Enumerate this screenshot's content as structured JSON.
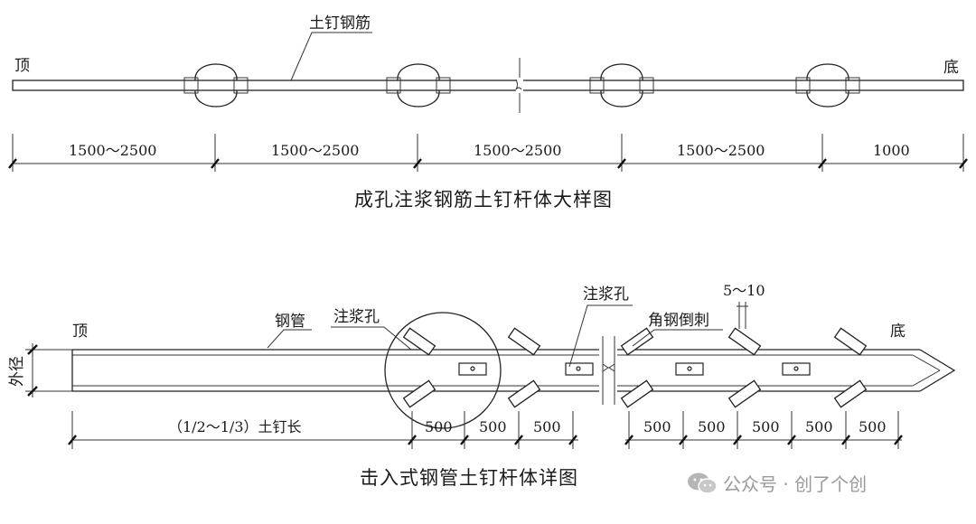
{
  "top": {
    "label_rebar": "土钉钢筋",
    "label_top": "顶",
    "label_bottom": "底",
    "dims": [
      "1500～2500",
      "1500～2500",
      "1500～2500",
      "1500～2500",
      "1000"
    ],
    "title": "成孔注浆钢筋土钉杆体大样图"
  },
  "bottom": {
    "label_top": "顶",
    "label_bottom": "底",
    "label_pipe": "钢管",
    "label_grout_hole_1": "注浆孔",
    "label_grout_hole_2": "注浆孔",
    "label_angle_barb": "角钢倒刺",
    "label_barb_gap": "5～10",
    "label_outer_dia": "外径",
    "dim_length": "（1/2～1/3）土钉长",
    "dims": [
      "500",
      "500",
      "500",
      "500",
      "500",
      "500",
      "500",
      "500"
    ],
    "title": "击入式钢管土钉杆体详图"
  },
  "watermark": {
    "text": "公众号 · 创了个创",
    "icon": "wechat-icon"
  }
}
